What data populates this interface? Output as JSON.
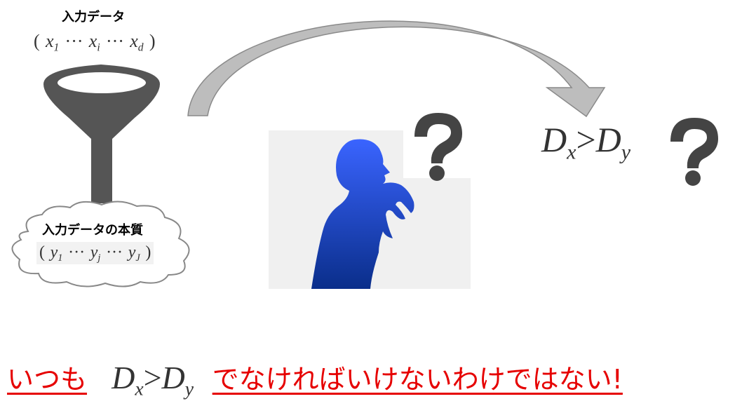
{
  "input": {
    "title": "入力データ",
    "vector": {
      "open": "(",
      "x1": "x",
      "s1": "1",
      "dots1": "···",
      "xi": "x",
      "si": "i",
      "dots2": "···",
      "xd": "x",
      "sd": "d",
      "close": ")"
    }
  },
  "essence": {
    "title": "入力データの本質",
    "vector": {
      "open": "(",
      "y1": "y",
      "s1": "1",
      "dots1": "···",
      "yj": "y",
      "sj": "j",
      "dots2": "···",
      "yJ": "y",
      "sJ": "J",
      "close": ")"
    }
  },
  "question": {
    "mark": "?",
    "D1": "D",
    "sub1": "x",
    "gt": ">",
    "D2": "D",
    "sub2": "y"
  },
  "bottom": {
    "prefix": "いつも",
    "D1": "D",
    "sub1": "x",
    "gt": ">",
    "D2": "D",
    "sub2": "y",
    "suffix": "でなければいけないわけではない!"
  },
  "colors": {
    "funnel": "#555555",
    "silhouette_top": "#3a64ff",
    "silhouette_bottom": "#0a2e8a",
    "accent_red": "#e60000",
    "question_mark": "#444444"
  },
  "icons": [
    "funnel-icon",
    "cloud-shape",
    "curved-arrow-icon",
    "thinking-person-icon",
    "question-mark-icon"
  ]
}
